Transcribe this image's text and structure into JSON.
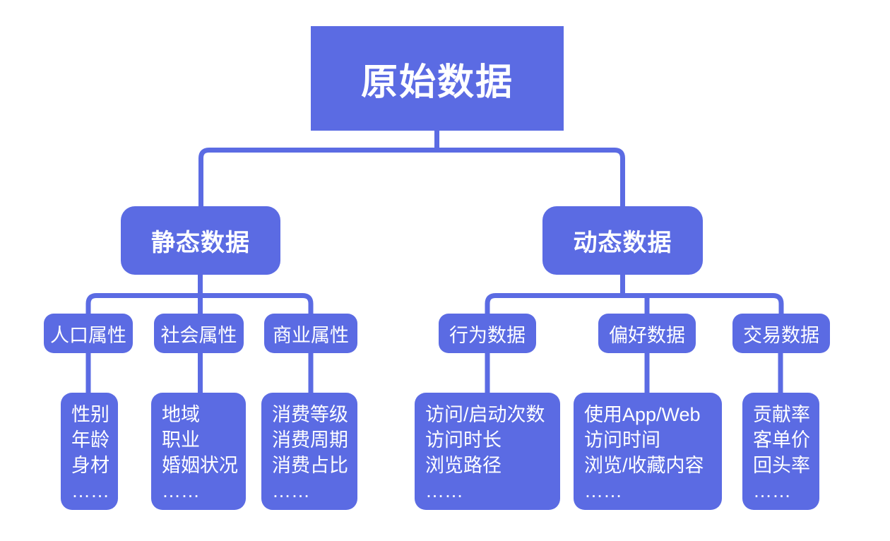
{
  "colors": {
    "node_fill": "#5b6be3",
    "text": "#ffffff",
    "background": "#ffffff"
  },
  "tree": {
    "root": "原始数据",
    "branches": [
      {
        "label": "静态数据",
        "categories": [
          {
            "label": "人口属性",
            "items": [
              "性别",
              "年龄",
              "身材",
              "……"
            ]
          },
          {
            "label": "社会属性",
            "items": [
              "地域",
              "职业",
              "婚姻状况",
              "……"
            ]
          },
          {
            "label": "商业属性",
            "items": [
              "消费等级",
              "消费周期",
              "消费占比",
              "……"
            ]
          }
        ]
      },
      {
        "label": "动态数据",
        "categories": [
          {
            "label": "行为数据",
            "items": [
              "访问/启动次数",
              "访问时长",
              "浏览路径",
              "……"
            ]
          },
          {
            "label": "偏好数据",
            "items": [
              "使用App/Web",
              "访问时间",
              "浏览/收藏内容",
              "……"
            ]
          },
          {
            "label": "交易数据",
            "items": [
              "贡献率",
              "客单价",
              "回头率",
              "……"
            ]
          }
        ]
      }
    ]
  }
}
